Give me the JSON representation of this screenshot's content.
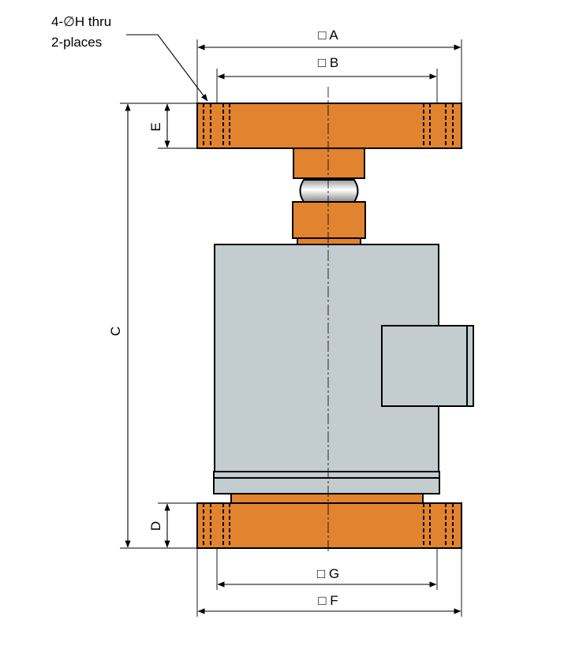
{
  "labels": {
    "hole_note_line1": "4-∅H thru",
    "hole_note_line2": "2-places",
    "dim_a": "□ A",
    "dim_b": "□ B",
    "dim_c": "C",
    "dim_d": "D",
    "dim_e": "E",
    "dim_g": "□ G",
    "dim_f": "□ F"
  },
  "colors": {
    "plate_orange": "#e1832f",
    "body_grey": "#c3ccce",
    "line": "#000000"
  }
}
